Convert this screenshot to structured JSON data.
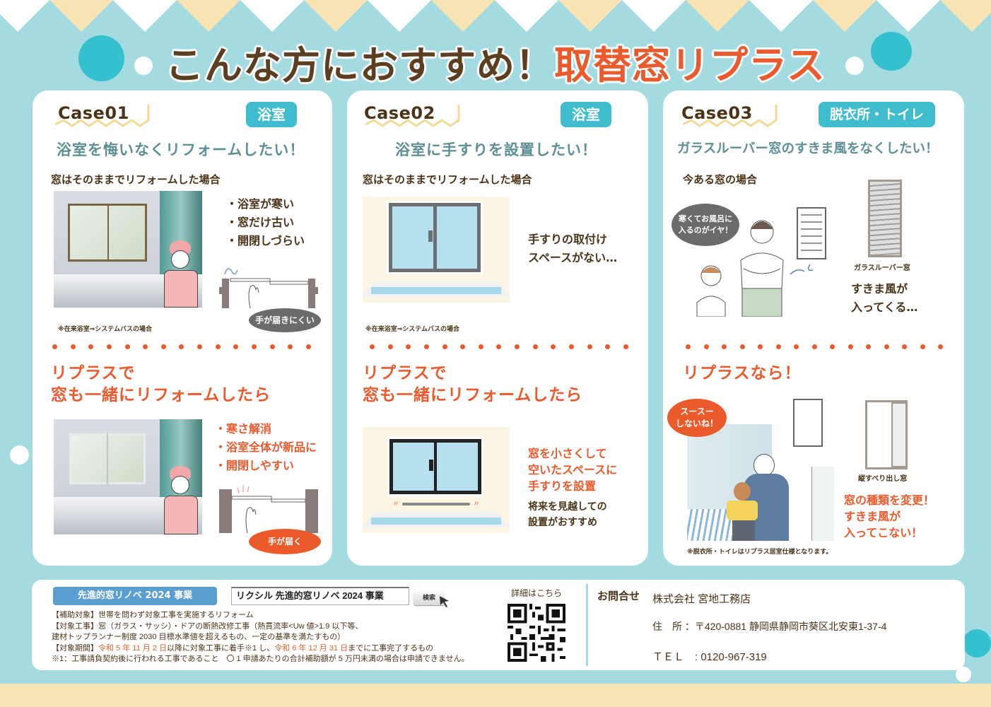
{
  "header": {
    "title_part1": "こんな方におすすめ！",
    "title_part2": "取替窓リプラス"
  },
  "colors": {
    "background": "#a3dbe1",
    "accent_teal": "#3fbccd",
    "accent_orange": "#eb5a2d",
    "text_brown": "#4b3318",
    "bunting_cream": "#f8e4b3",
    "subsidy_blue": "#5b9ed2"
  },
  "cases": [
    {
      "label": "Case01",
      "tag": "浴室",
      "subtitle": "浴室を悔いなくリフォームしたい！",
      "before_label": "窓はそのままでリフォームした場合",
      "before_bullets": [
        "・浴室が寒い",
        "・窓だけ古い",
        "・開閉しづらい"
      ],
      "before_bubble": "手が届きにくい",
      "note": "※在来浴室⇒システムバスの場合",
      "after_heading": [
        "リプラスで",
        "窓も一緒にリフォームしたら"
      ],
      "after_bullets": [
        "・寒さ解消",
        "・浴室全体が新品に",
        "・開閉しやすい"
      ],
      "after_bubble": "手が届く"
    },
    {
      "label": "Case02",
      "tag": "浴室",
      "subtitle": "浴室に手すりを設置したい！",
      "before_label": "窓はそのままでリフォームした場合",
      "before_text": [
        "手すりの取付け",
        "スペースがない…"
      ],
      "note": "※在来浴室⇒システムバスの場合",
      "after_heading": [
        "リプラスで",
        "窓も一緒にリフォームしたら"
      ],
      "after_text_orange": [
        "窓を小さくして",
        "空いたスペースに",
        "手すりを設置"
      ],
      "after_text_brown": [
        "将来を見越しての",
        "設置がおすすめ"
      ]
    },
    {
      "label": "Case03",
      "tag": "脱衣所・トイレ",
      "subtitle": "ガラスルーバー窓のすきま風をなくしたい！",
      "before_label": "今ある窓の場合",
      "before_bubble": [
        "寒くてお風呂に",
        "入るのがイヤ！"
      ],
      "before_window_caption": "ガラスルーバー窓",
      "before_text": [
        "すきま風が",
        "入ってくる…"
      ],
      "after_heading": [
        "リプラスなら！"
      ],
      "after_bubble": [
        "スースー",
        "しないね！"
      ],
      "after_window_caption": "縦すべり出し窓",
      "after_text_orange": [
        "窓の種類を変更！",
        "すきま風が",
        "入ってこない！"
      ],
      "note": "※脱衣所・トイレはリプラス居室仕様となります。"
    }
  ],
  "footer": {
    "subsidy_badge": "先進的窓リノベ 2024 事業",
    "search_value": "リクシル 先進的窓リノベ 2024 事業",
    "search_button": "検索",
    "lines": {
      "line1": "【補助対象】世帯を問わず対象工事を実施するリフォーム",
      "line2": "【対象工事】窓（ガラス・サッシ）・ドアの断熱改修工事（熱貫流率<Uw 値>1.9 以下等、",
      "line3": "建材トップランナー制度 2030 目標水準値を超えるもの、一定の基準を満たすもの）",
      "line4_a": "【対象期間】",
      "line4_b": "令和 5 年 11 月 2 日",
      "line4_c": "以降に対象工事に着手※1 し、",
      "line4_d": "令和 6 年 12 月 31 日",
      "line4_e": "までに工事完了するもの",
      "line5": "※1：工事請負契約後に行われる工事であること　〇 1 申請あたりの合計補助額が 5 万円未満の場合は申請できません。"
    },
    "qr_label": "詳細はこちら",
    "contact_title": "お問合せ",
    "company": "株式会社 宮地工務店",
    "address": "住　所 ：〒420-0881 静岡県静岡市葵区北安東1-37-4",
    "tel": "ＴＥＬ　: 0120-967-319"
  }
}
